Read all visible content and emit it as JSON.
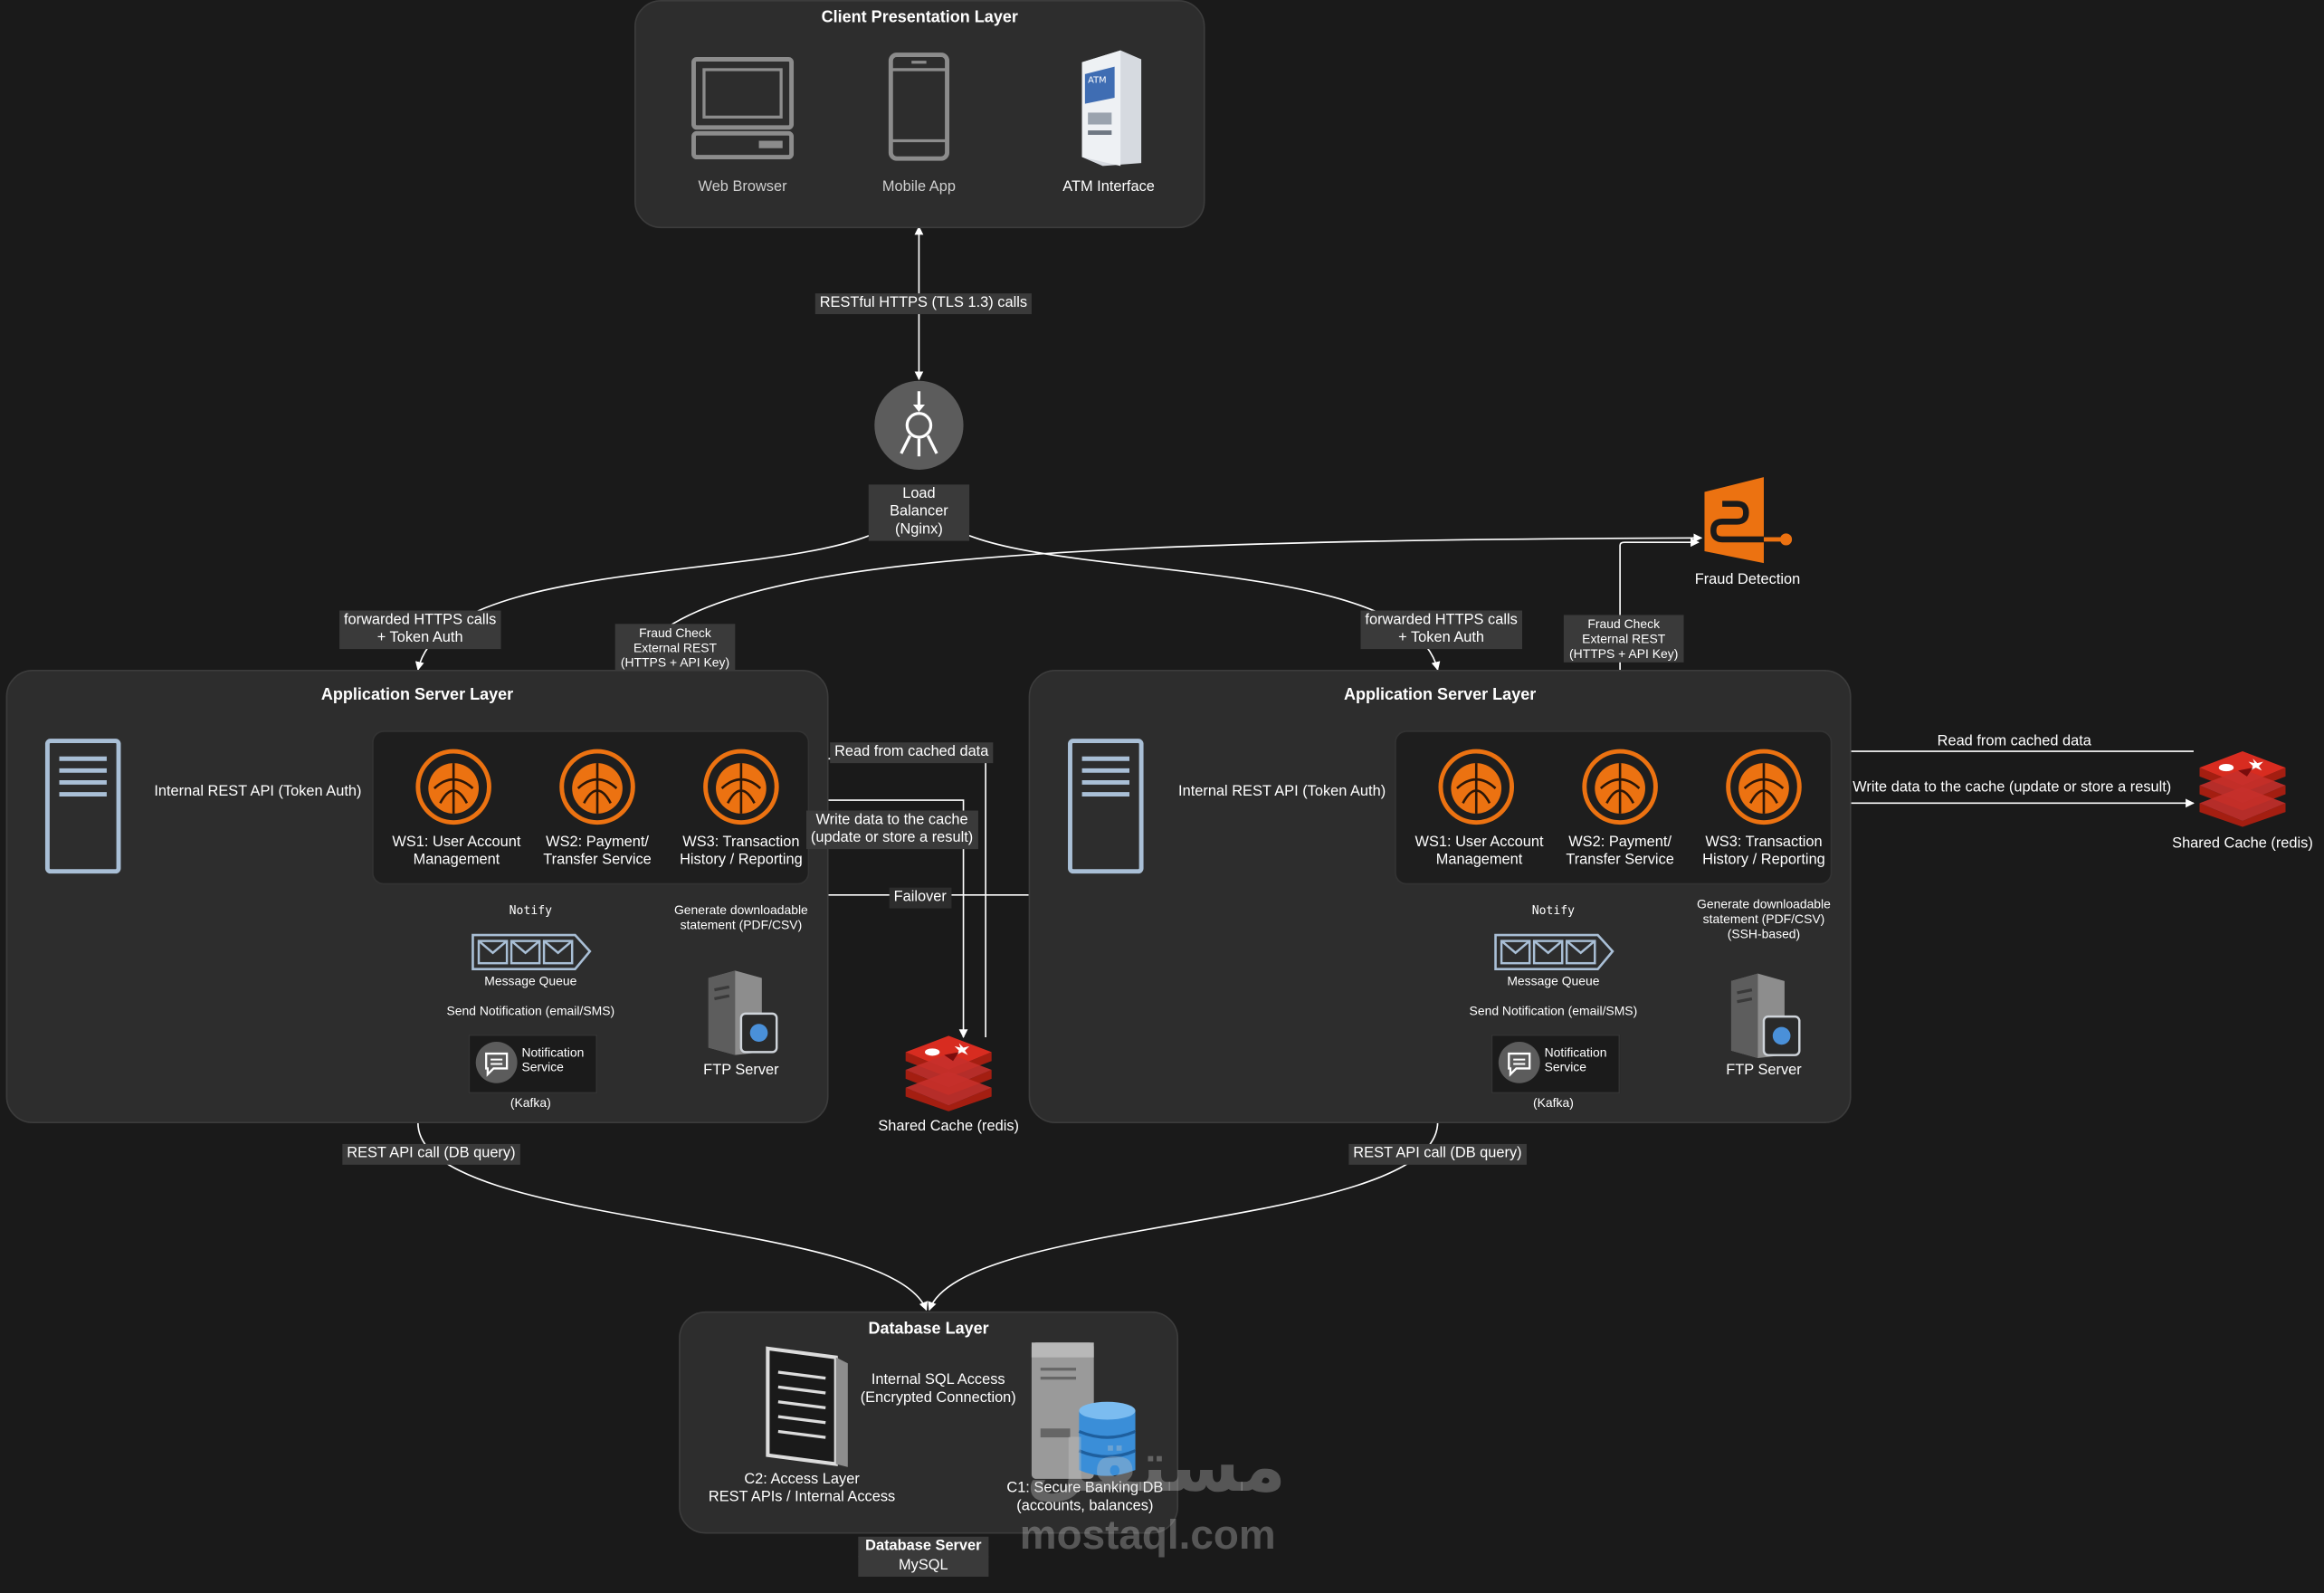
{
  "client_layer": {
    "title": "Client Presentation Layer",
    "clients": [
      {
        "label": "Web Browser",
        "icon": "desktop-computer-icon"
      },
      {
        "label": "Mobile App",
        "icon": "mobile-phone-icon"
      },
      {
        "label": "ATM Interface",
        "icon": "atm-machine-icon"
      }
    ]
  },
  "client_link": "RESTful HTTPS (TLS 1.3) calls",
  "load_balancer": {
    "label": "Load Balancer\n(Nginx)"
  },
  "fraud": {
    "label": "Fraud Detection",
    "color": "#ec7211"
  },
  "forwarded_label": "forwarded HTTPS calls\n+ Token Auth",
  "fraud_check_label": "Fraud Check\nExternal REST\n(HTTPS + API Key)",
  "app_layer": {
    "title": "Application Server Layer",
    "internal_api": "Internal REST API (Token Auth)",
    "services": [
      {
        "label": "WS1: User Account\nManagement"
      },
      {
        "label": "WS2: Payment/\nTransfer Service"
      },
      {
        "label": "WS3: Transaction\nHistory / Reporting"
      }
    ],
    "notify": "Notify",
    "message_queue": "Message Queue",
    "send_notification": "Send Notification (email/SMS)",
    "notification_service": "Notification\nService",
    "kafka": "(Kafka)",
    "ftp_server": "FTP Server",
    "generate_left": "Generate downloadable\nstatement (PDF/CSV)",
    "generate_right": "Generate downloadable\nstatement (PDF/CSV)\n(SSH-based)"
  },
  "failover": "Failover",
  "cache": {
    "read": "Read from cached data",
    "write_left": "Write data to the cache\n(update or store a result)",
    "write_right": "Write data to the cache (update or store a result)",
    "label": "Shared Cache (redis)",
    "color": "#c6302b"
  },
  "db_call": "REST API  call (DB query)",
  "db_layer": {
    "title": "Database Layer",
    "sql_access": "Internal SQL Access\n(Encrypted Connection)",
    "access_layer": "C2: Access Layer\nREST APIs / Internal Access",
    "secure_db": "C1: Secure Banking DB\n(accounts, balances)",
    "server_title": "Database Server",
    "server_engine": "MySQL"
  },
  "watermark": {
    "arabic": "مستقل",
    "domain": "mostaql.com"
  },
  "colors": {
    "background": "#1a1a1a",
    "panel": "#2d2d2d",
    "accent": "#ec7211",
    "redis": "#c6302b",
    "db_blue": "#3a8ed8"
  }
}
